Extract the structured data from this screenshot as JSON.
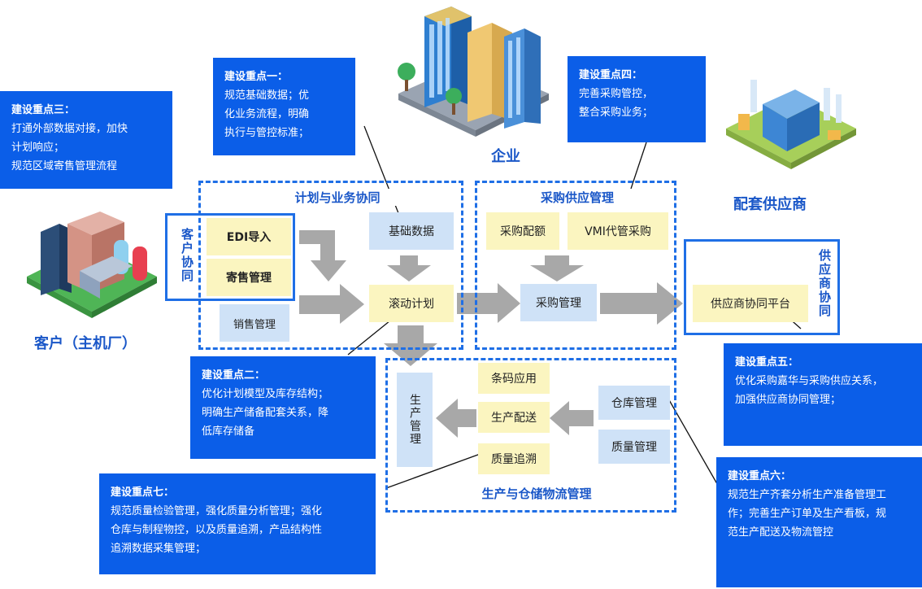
{
  "labels": {
    "enterprise": "企业",
    "customer": "客户（主机厂）",
    "supplier": "配套供应商"
  },
  "notes": {
    "one": {
      "title": "建设重点一：",
      "body": "规范基础数据；优\n化业务流程，明确\n执行与管控标准；"
    },
    "two": {
      "title": "建设重点二：",
      "body": "优化计划模型及库存结构；\n明确生产储备配套关系，降\n低库存储备"
    },
    "three": {
      "title": "建设重点三：",
      "body": "打通外部数据对接，加快\n计划响应；\n规范区域寄售管理流程"
    },
    "four": {
      "title": "建设重点四：",
      "body": "完善采购管控，\n整合采购业务；"
    },
    "five": {
      "title": "建设重点五：",
      "body": "优化采购嘉华与采购供应关系，\n加强供应商协同管理；"
    },
    "six": {
      "title": "建设重点六：",
      "body": "规范生产齐套分析生产准备管理工\n作；完善生产订单及生产看板，规\n范生产配送及物流管控"
    },
    "seven": {
      "title": "建设重点七：",
      "body": "规范质量检验管理，强化质量分析管理；强化\n仓库与制程物控，以及质量追溯，产品结构性\n追溯数据采集管理；"
    }
  },
  "groups": {
    "planning": "计划与业务协同",
    "purchasing": "采购供应管理",
    "production": "生产与仓储物流管理",
    "customer_collab": "客户协同",
    "supplier_collab": "供应商协同"
  },
  "boxes": {
    "edi": "EDI导入",
    "consign": "寄售管理",
    "sales": "销售管理",
    "basic_data": "基础数据",
    "rolling_plan": "滚动计划",
    "quota": "采购配额",
    "vmi": "VMI代管采购",
    "purchase_mgmt": "采购管理",
    "supplier_platform": "供应商协同平台",
    "barcode": "条码应用",
    "prod_delivery": "生产配送",
    "quality_trace": "质量追溯",
    "warehouse": "仓库管理",
    "quality": "质量管理",
    "prod_mgmt": "生产管理"
  },
  "colors": {
    "note_bg": "#0b5ee8",
    "frame": "#1f6fe6",
    "yellow_box": "#fbf5c0",
    "blue_box": "#cfe2f7",
    "arrow": "#a8a8a8"
  }
}
